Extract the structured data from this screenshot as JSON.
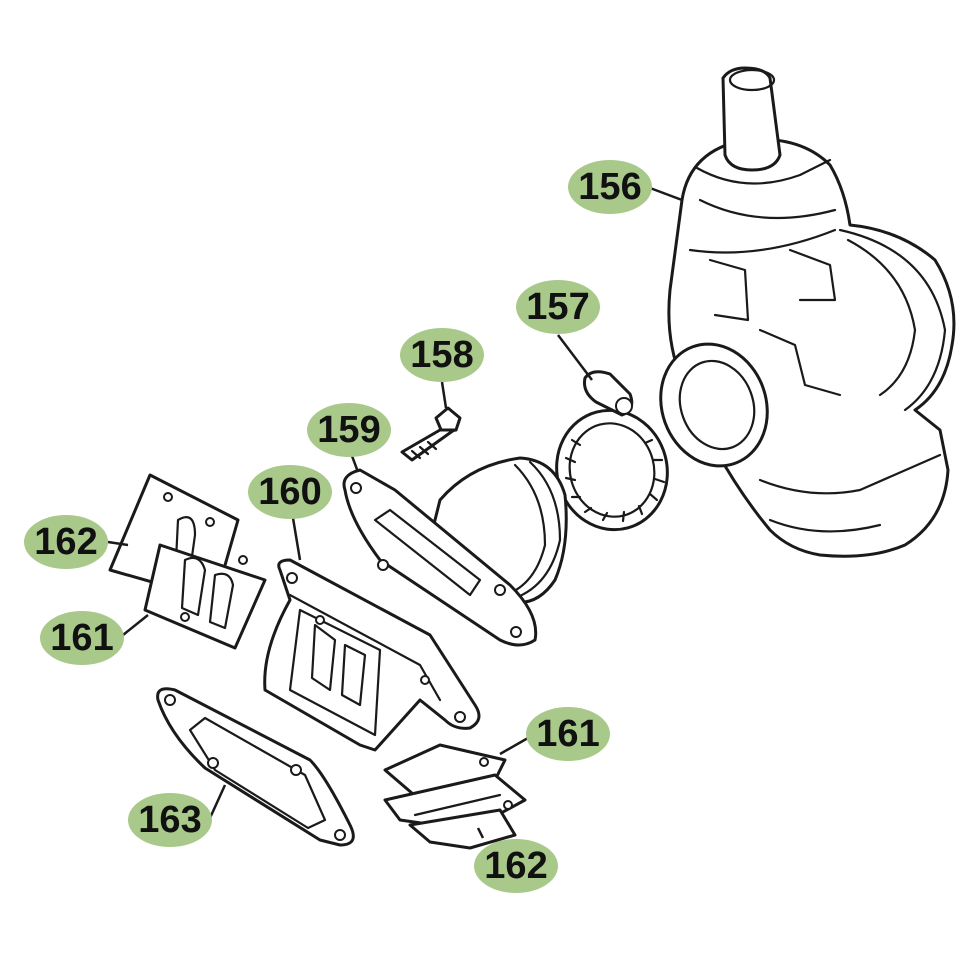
{
  "colors": {
    "badge_fill": "#a9c98a",
    "line": "#1a1a1a",
    "background": "#ffffff"
  },
  "labels": {
    "c156": "156",
    "c157": "157",
    "c158": "158",
    "c159": "159",
    "c160": "160",
    "c161_left": "161",
    "c162_left": "162",
    "c161_right": "161",
    "c162_right": "162",
    "c163": "163"
  }
}
